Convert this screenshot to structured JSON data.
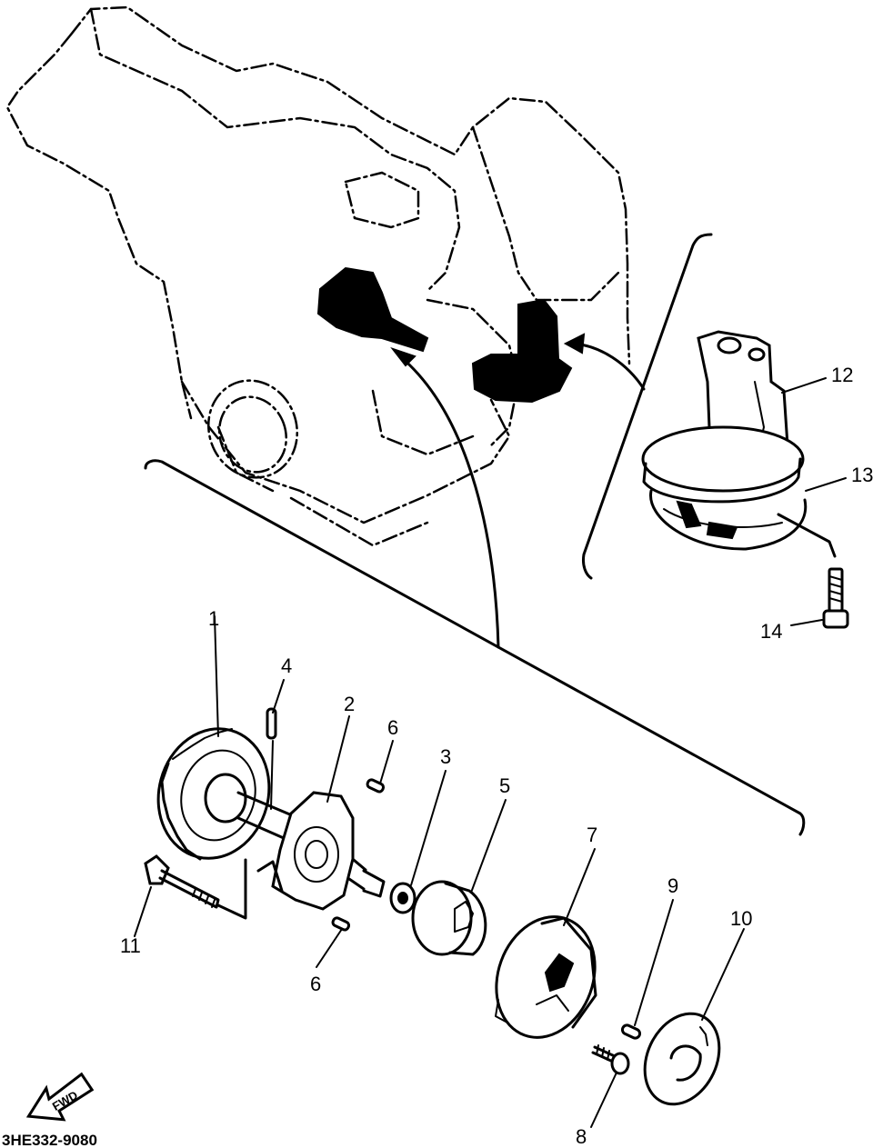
{
  "diagram_code": "3HE332-9080",
  "fwd_label": "FWD",
  "callouts": {
    "c1": "1",
    "c2": "2",
    "c3": "3",
    "c4": "4",
    "c5": "5",
    "c6a": "6",
    "c6b": "6",
    "c7": "7",
    "c8": "8",
    "c9": "9",
    "c10": "10",
    "c11": "11",
    "c12": "12",
    "c13": "13",
    "c14": "14"
  }
}
